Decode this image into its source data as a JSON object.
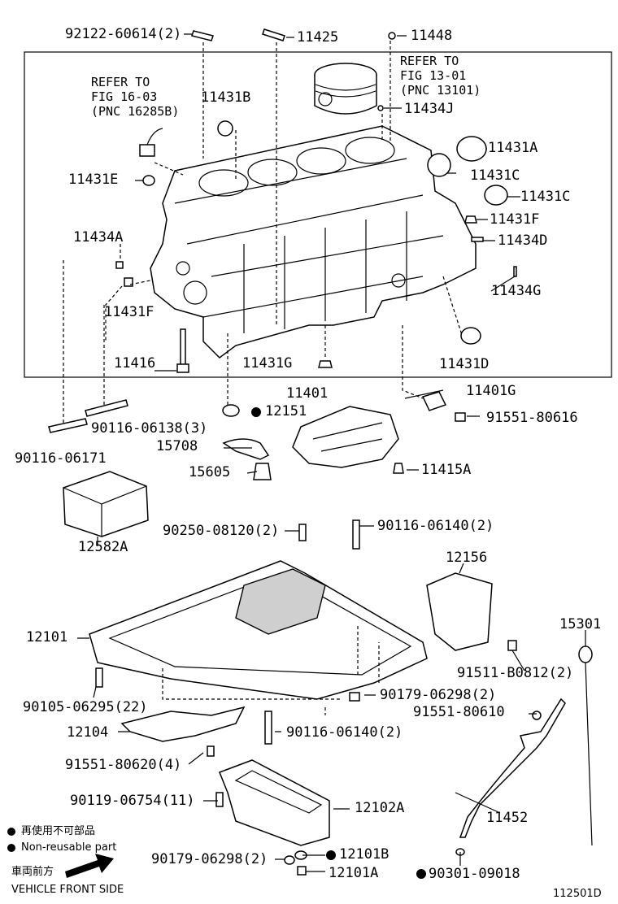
{
  "refs": {
    "fig_16_03": "REFER TO\nFIG 16-03\n(PNC 16285B)",
    "fig_13_01": "REFER TO\nFIG 13-01\n(PNC 13101)"
  },
  "labels": {
    "p92122": "92122-60614(2)",
    "p11425": "11425",
    "p11448": "11448",
    "p11431B": "11431B",
    "p11434J": "11434J",
    "p11431A": "11431A",
    "p11431E": "11431E",
    "p11431C_1": "11431C",
    "p11431C_2": "11431C",
    "p11431F_r": "11431F",
    "p11434A": "11434A",
    "p11434D": "11434D",
    "p11434G": "11434G",
    "p11431F_l": "11431F",
    "p11416": "11416",
    "p11431G": "11431G",
    "p11431D": "11431D",
    "p11401": "11401",
    "p11401G": "11401G",
    "p12151": "12151",
    "p91551_80616": "91551-80616",
    "p90116_06138": "90116-06138(3)",
    "p15708": "15708",
    "p90116_06171": "90116-06171",
    "p15605": "15605",
    "p11415A": "11415A",
    "p12582A": "12582A",
    "p90250": "90250-08120(2)",
    "p90116_06140_top": "90116-06140(2)",
    "p12156": "12156",
    "p12101": "12101",
    "p15301": "15301",
    "p91511": "91511-B0812(2)",
    "p90105": "90105-06295(22)",
    "p90179_a": "90179-06298(2)",
    "p91551_80610": "91551-80610",
    "p12104": "12104",
    "p90116_06140_bot": "90116-06140(2)",
    "p91551_80620": "91551-80620(4)",
    "p90119": "90119-06754(11)",
    "p12102A": "12102A",
    "p11452": "11452",
    "p90179_b": "90179-06298(2)",
    "p12101B": "12101B",
    "p12101A": "12101A",
    "p90301": "90301-09018"
  },
  "legend": {
    "jp_nonreusable": "再使用不可部品",
    "en_nonreusable": "Non-reusable part",
    "jp_front": "車両前方",
    "en_front": "VEHICLE FRONT SIDE"
  },
  "figure_id": "112501D"
}
